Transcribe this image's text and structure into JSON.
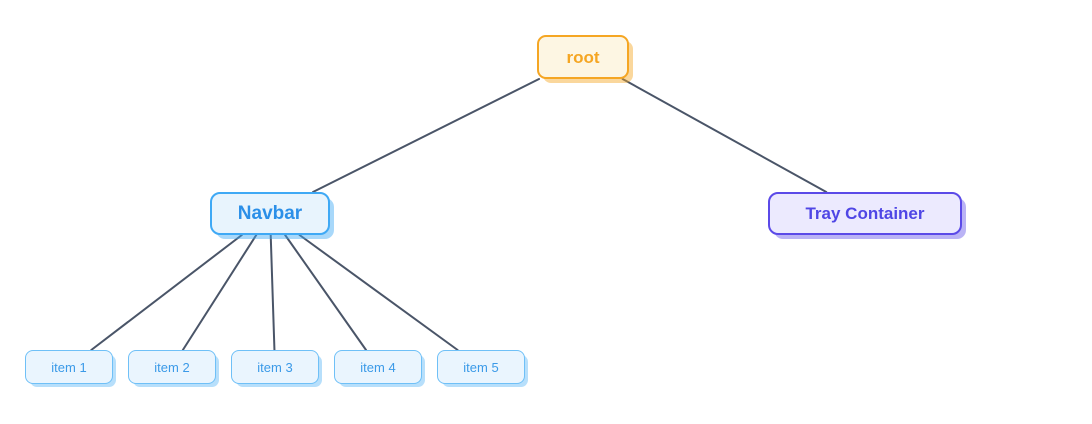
{
  "diagram": {
    "type": "component-tree",
    "background": "#ffffff",
    "edge_color": "#4a5568",
    "edge_width": 2,
    "nodes": [
      {
        "id": "root",
        "label": "root",
        "kind": "root",
        "fill": "#fdf6e3",
        "border": "#f5a623",
        "text_color": "#f5a623"
      },
      {
        "id": "navbar",
        "label": "Navbar",
        "kind": "branch",
        "fill": "#e8f4fd",
        "border": "#3fa9f5",
        "text_color": "#2b8fe8"
      },
      {
        "id": "tray-container",
        "label": "Tray Container",
        "kind": "branch",
        "fill": "#eceafe",
        "border": "#5b4ae8",
        "text_color": "#4f46e5"
      }
    ],
    "leaves": [
      {
        "id": "item-1",
        "label": "item 1"
      },
      {
        "id": "item-2",
        "label": "item 2"
      },
      {
        "id": "item-3",
        "label": "item 3"
      },
      {
        "id": "item-4",
        "label": "item 4"
      },
      {
        "id": "item-5",
        "label": "item 5"
      }
    ],
    "edges": [
      {
        "from": "root",
        "to": "navbar"
      },
      {
        "from": "root",
        "to": "tray-container"
      },
      {
        "from": "navbar",
        "to": "item-1"
      },
      {
        "from": "navbar",
        "to": "item-2"
      },
      {
        "from": "navbar",
        "to": "item-3"
      },
      {
        "from": "navbar",
        "to": "item-4"
      },
      {
        "from": "navbar",
        "to": "item-5"
      }
    ]
  }
}
